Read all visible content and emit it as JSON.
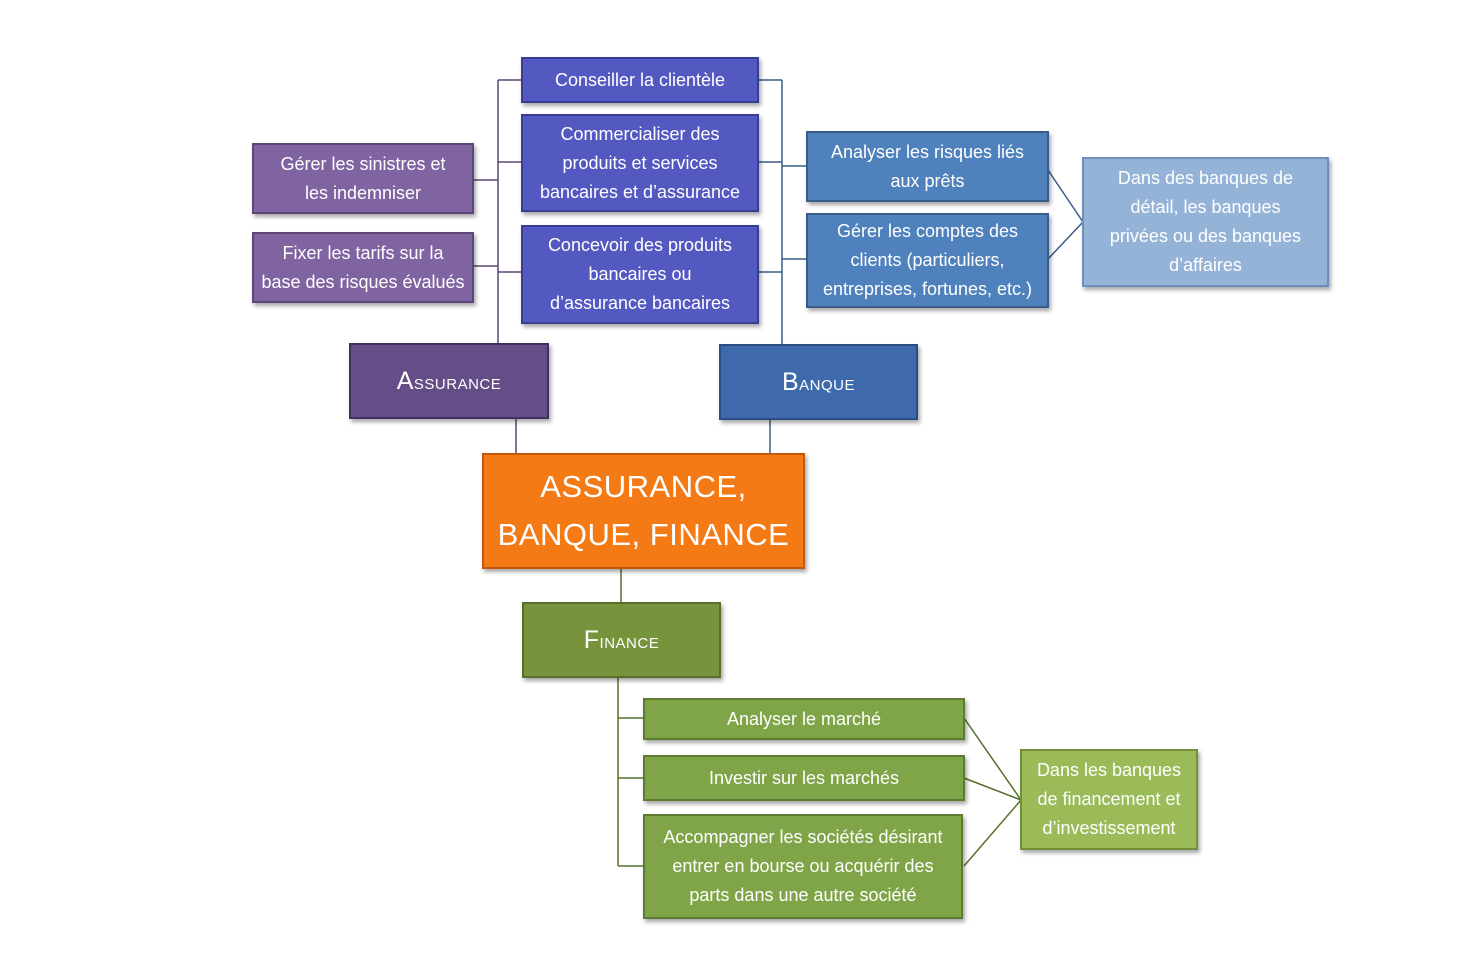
{
  "center": {
    "label": "ASSURANCE,\nBANQUE, FINANCE"
  },
  "assurance": {
    "label": "Assurance",
    "missions": [
      "Gérer les sinistres et\nles indemniser",
      "Fixer les tarifs sur la\nbase des risques évalués"
    ]
  },
  "shared": {
    "missions": [
      "Conseiller la clientèle",
      "Commercialiser des\nproduits et services\nbancaires et d’assurance",
      "Concevoir des produits\nbancaires ou\nd’assurance bancaires"
    ]
  },
  "banque": {
    "label": "Banque",
    "missions": [
      "Analyser les risques liés\naux prêts",
      "Gérer les comptes des\nclients (particuliers,\nentreprises, fortunes, etc.)"
    ],
    "context": "Dans des banques de\ndétail, les banques\nprivées ou des banques\nd’affaires"
  },
  "finance": {
    "label": "Finance",
    "missions": [
      "Analyser le marché",
      "Investir sur les marchés",
      "Accompagner les sociétés désirant\nentrer en bourse ou acquérir des\nparts dans une autre société"
    ],
    "context": "Dans les banques\nde financement et\nd’investissement"
  },
  "colors": {
    "assurance": "#654e87",
    "banque": "#3e6aad",
    "finance": "#77933c",
    "center": "#f47a16",
    "shared": "#5459c2"
  }
}
